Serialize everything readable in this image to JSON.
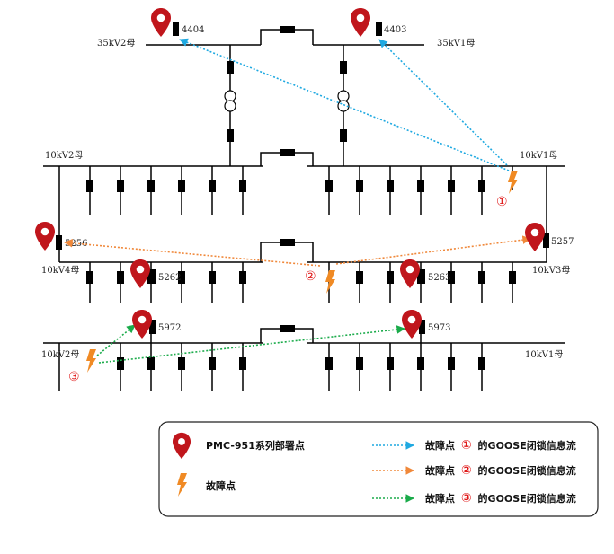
{
  "buses": {
    "kv35_v2": "35kV2母",
    "kv35_v1": "35kV1母",
    "kv10_v2_top": "10kV2母",
    "kv10_v1_top": "10kV1母",
    "kv10_v4": "10kV4母",
    "kv10_v3": "10kV3母",
    "kv10_v2_bot": "10kV2母",
    "kv10_v1_bot": "10kV1母"
  },
  "devices": {
    "d4404": "4404",
    "d4403": "4403",
    "d5256": "5256",
    "d5257": "5257",
    "d5262": "5262",
    "d5263": "5263",
    "d5972": "5972",
    "d5973": "5973"
  },
  "fault_marks": {
    "f1": "①",
    "f2": "②",
    "f3": "③"
  },
  "legend": {
    "pmc_label": "PMC-951系列部署点",
    "fault_label": "故障点",
    "flow_prefix": "故障点",
    "flow_suffix": "的GOOSE闭锁信息流",
    "flow1_mark": "①",
    "flow2_mark": "②",
    "flow3_mark": "③"
  },
  "colors": {
    "pin": "#c0161c",
    "fault": "#f08a24",
    "flow1": "#1fa9e1",
    "flow2": "#f0883a",
    "flow3": "#1aab4a",
    "fault_mark": "#e01818"
  }
}
